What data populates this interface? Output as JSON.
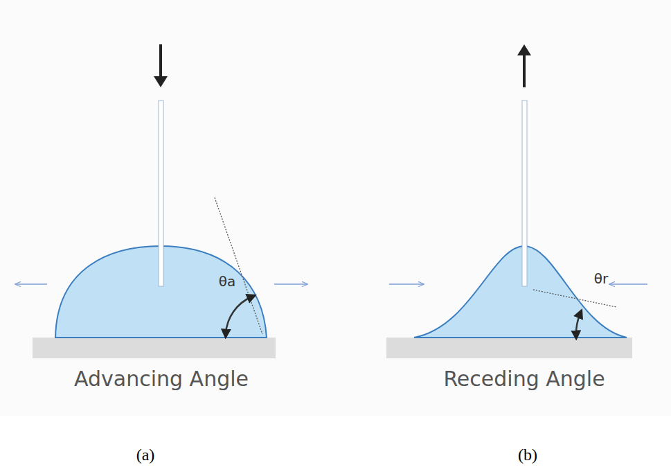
{
  "diagram": {
    "labels": [
      "θa",
      "θr",
      "Advancing Angle",
      "Receding Angle",
      "(a)",
      "(b)"
    ]
  }
}
